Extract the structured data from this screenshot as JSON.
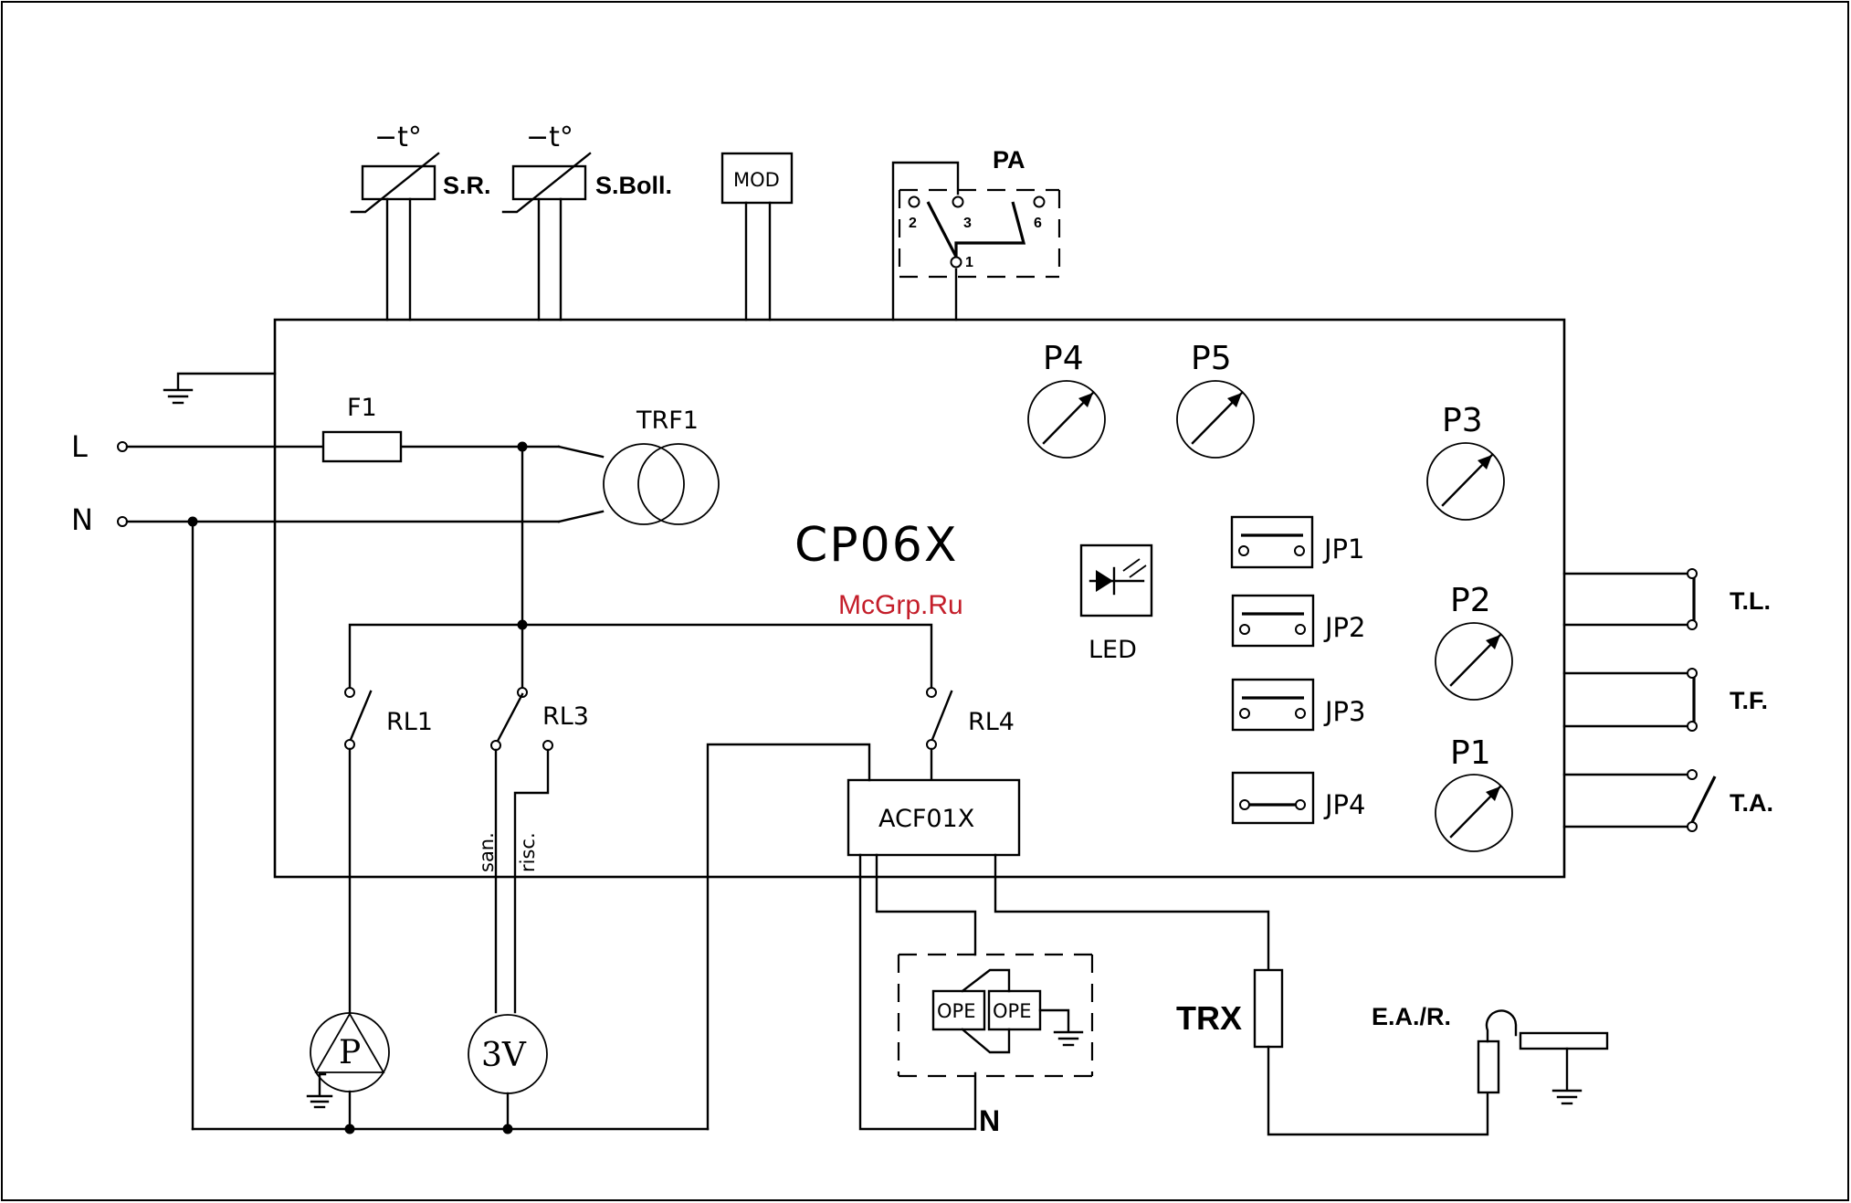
{
  "board": {
    "name": "CP06X"
  },
  "watermark": "McGrp.Ru",
  "mains": {
    "line": "L",
    "neutral": "N"
  },
  "fuse": "F1",
  "transformer": "TRF1",
  "sensors": {
    "sr_temp": "−t°",
    "sr_label": "S.R.",
    "sboll_temp": "−t°",
    "sboll_label": "S.Boll."
  },
  "modulator": "MOD",
  "pressure_switch": {
    "label": "PA",
    "terminals": [
      "2",
      "3",
      "6",
      "1"
    ]
  },
  "potentiometers": [
    "P4",
    "P5",
    "P3",
    "P2",
    "P1"
  ],
  "led": "LED",
  "jumpers": [
    "JP1",
    "JP2",
    "JP3",
    "JP4"
  ],
  "relays": [
    "RL1",
    "RL3",
    "RL4"
  ],
  "ignition": "ACF01X",
  "valve_wires": {
    "san": "san.",
    "risc": "risc."
  },
  "outputs": [
    "T.L.",
    "T.F.",
    "T.A."
  ],
  "gas_valve": [
    "OPE",
    "OPE"
  ],
  "neutral_bottom": "N",
  "trx": "TRX",
  "electrode": "E.A./R.",
  "pump": "P",
  "three_way_valve": "3V"
}
